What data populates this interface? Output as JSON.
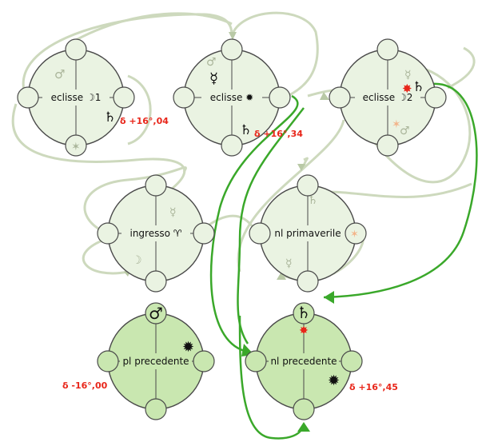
{
  "nodes": [
    {
      "id": "eclisse-moon-1",
      "label": "eclisse ☽1",
      "color": "#eaf3e2"
    },
    {
      "id": "eclisse-sun",
      "label": "eclisse ✹",
      "color": "#eaf3e2"
    },
    {
      "id": "eclisse-moon-2",
      "label": "eclisse ☽2",
      "color": "#eaf3e2"
    },
    {
      "id": "ingresso-aries",
      "label": "ingresso ♈",
      "color": "#eaf3e2"
    },
    {
      "id": "nl-primaverile",
      "label": "nl primaverile",
      "color": "#eaf3e2"
    },
    {
      "id": "pl-precedente",
      "label": "pl precedente",
      "color": "#c9e7b0"
    },
    {
      "id": "nl-precedente",
      "label": "nl precedente",
      "color": "#c9e7b0"
    }
  ],
  "declinations": {
    "eclisse_moon_1": "δ +16°,04",
    "eclisse_sun": "δ +16°,34",
    "pl_precedente": "δ -16°,00",
    "nl_precedente": "δ +16°,45"
  },
  "symbols": {
    "saturn": "♄",
    "mercury": "☿",
    "mars": "♂",
    "sun_glyph": "✹",
    "moon": "☽",
    "aries": "♈",
    "sextile": "✶",
    "star_red": "✸"
  },
  "colors": {
    "connector_green": "#3aa82a",
    "connector_faint": "#cdd9bd",
    "node_fill": "#eaf3e2",
    "node_fill_active": "#c9e7b0",
    "node_stroke": "#4a4a4a",
    "declination": "#e8261a"
  }
}
